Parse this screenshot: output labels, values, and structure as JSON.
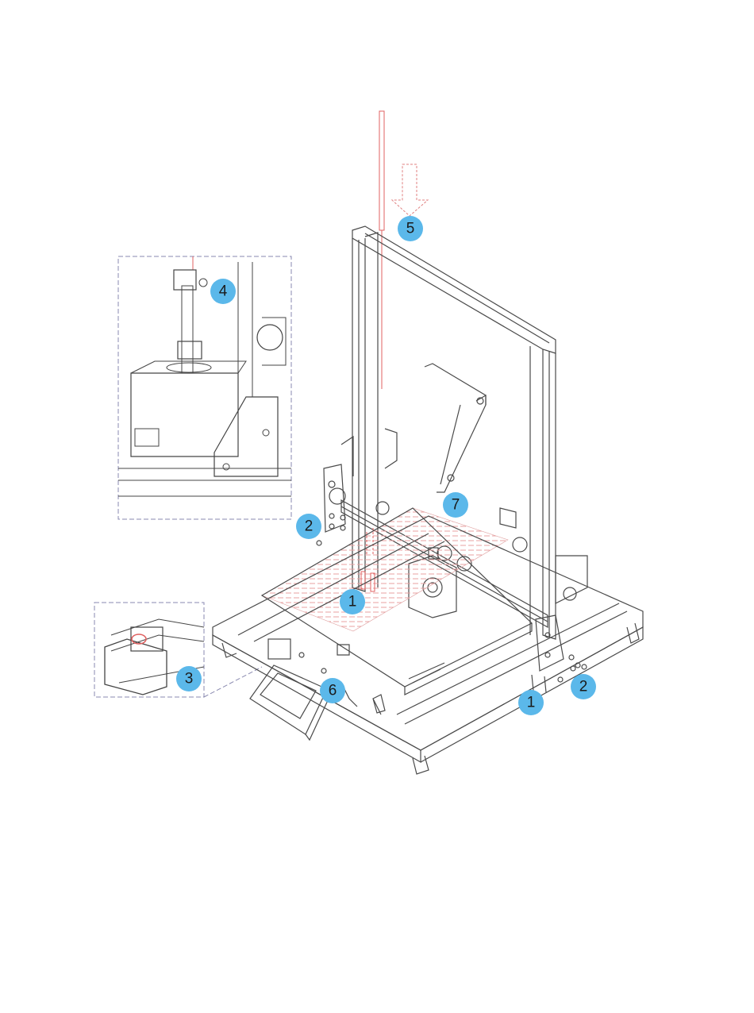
{
  "colors": {
    "badge": "#5bb8ea",
    "badge_text": "#1a1a1a",
    "line": "#444444",
    "frame": "#4a4a4a",
    "highlight": "#e06060",
    "inset_border": "#8a8ab0",
    "background": "#ffffff"
  },
  "steps": [
    {
      "label": "1"
    },
    {
      "label": "1"
    },
    {
      "label": "2"
    },
    {
      "label": "2"
    },
    {
      "label": "3"
    },
    {
      "label": "4"
    },
    {
      "label": "5"
    },
    {
      "label": "6"
    },
    {
      "label": "7"
    }
  ],
  "icons": {
    "down_arrow": "push-down-arrow-icon"
  }
}
